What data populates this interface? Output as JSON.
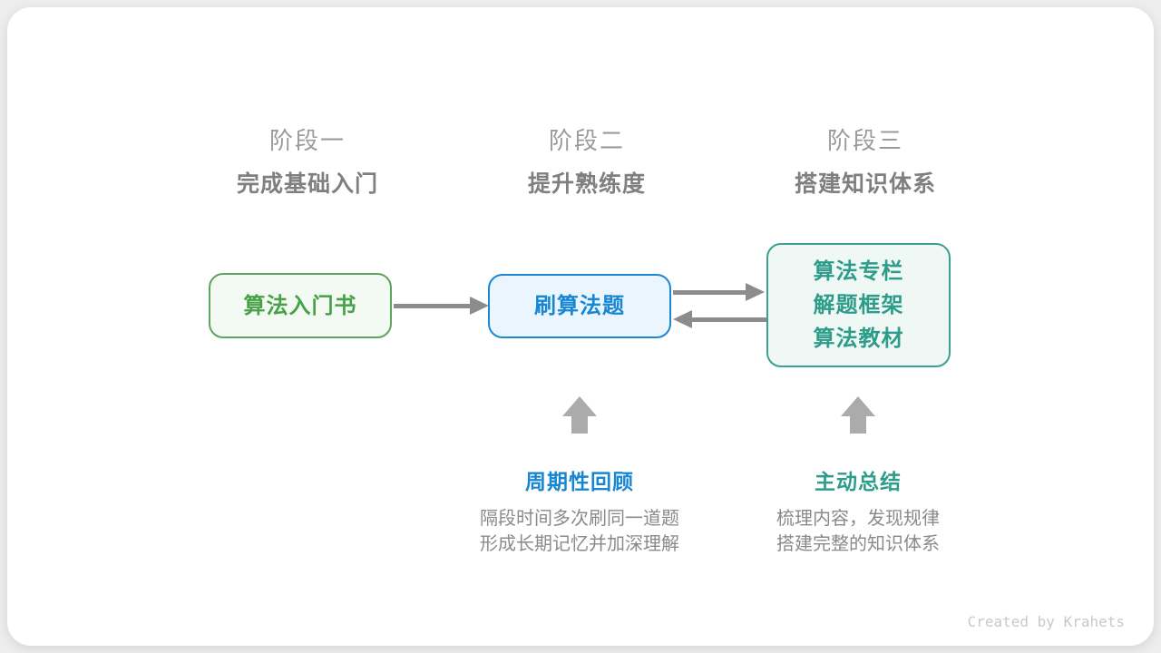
{
  "colors": {
    "page_bg": "#ededed",
    "card_bg": "#ffffff",
    "stage_label_gray": "#9b9b9b",
    "stage_title_gray": "#7f7f7f",
    "green_text": "#47a247",
    "green_border": "#5ea35e",
    "green_bg": "#f3f9f3",
    "blue_text": "#1787d3",
    "blue_border": "#1c87d4",
    "blue_bg": "#ebf5fd",
    "teal_text": "#2e9c8a",
    "teal_border": "#3d9f8e",
    "teal_bg": "#eff8f5",
    "flow_arrow_gray": "#8c8c8c",
    "block_arrow_gray": "#ababab",
    "desc_gray": "#8a8a8a",
    "footer_gray": "#c9c9c9"
  },
  "stages": [
    {
      "label": "阶段一",
      "title": "完成基础入门"
    },
    {
      "label": "阶段二",
      "title": "提升熟练度"
    },
    {
      "label": "阶段三",
      "title": "搭建知识体系"
    }
  ],
  "nodes": {
    "intro_book": {
      "line1": "算法入门书"
    },
    "practice": {
      "line1": "刷算法题"
    },
    "knowledge": {
      "line1": "算法专栏",
      "line2": "解题框架",
      "line3": "算法教材"
    }
  },
  "arrows": {
    "intro_to_practice": "right",
    "practice_to_knowledge": "right",
    "knowledge_to_practice": "left",
    "up_arrow_practice": "up",
    "up_arrow_knowledge": "up"
  },
  "annotations": [
    {
      "title": "周期性回顾",
      "desc_line1": "隔段时间多次刷同一道题",
      "desc_line2": "形成长期记忆并加深理解"
    },
    {
      "title": "主动总结",
      "desc_line1": "梳理内容，发现规律",
      "desc_line2": "搭建完整的知识体系"
    }
  ],
  "footer": {
    "credit": "Created by Krahets"
  }
}
